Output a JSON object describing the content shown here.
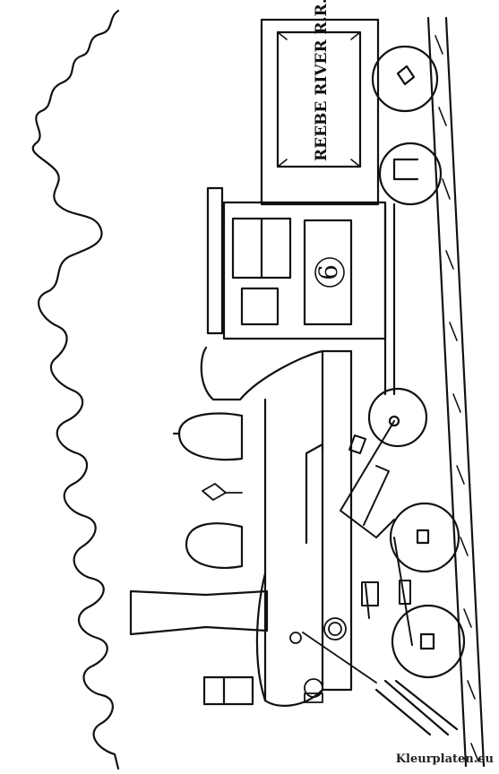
{
  "image": {
    "subject": "coloring page",
    "style": "black outline on white"
  },
  "locomotive": {
    "tender_text": "REEBE RIVER R.R.",
    "number": "6"
  },
  "watermark": "Kleurplaten.eu",
  "colors": {
    "ink": "#111111",
    "paper": "#ffffff"
  }
}
